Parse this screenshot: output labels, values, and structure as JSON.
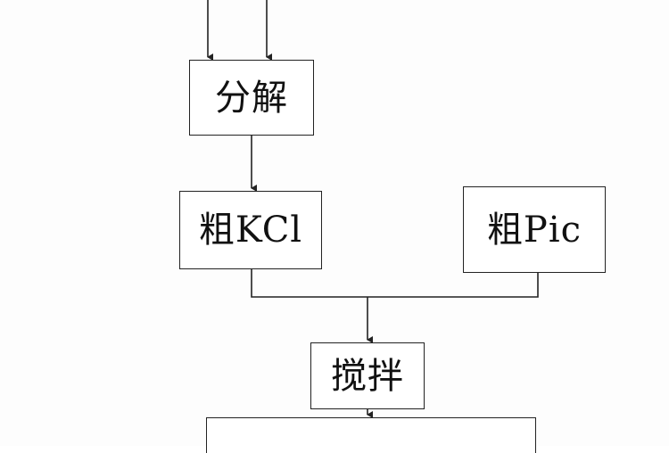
{
  "diagram": {
    "nodes": {
      "decompose": {
        "label": "分解"
      },
      "crude_kcl": {
        "label": "粗KCl"
      },
      "crude_pic": {
        "label": "粗Pic"
      },
      "stir": {
        "label": "搅拌"
      },
      "next_step": {
        "label": ""
      }
    },
    "edges": [
      {
        "from": "above",
        "to": "decompose"
      },
      {
        "from": "above",
        "to": "decompose"
      },
      {
        "from": "decompose",
        "to": "crude_kcl"
      },
      {
        "from": "crude_kcl",
        "to": "stir"
      },
      {
        "from": "crude_pic",
        "to": "stir"
      },
      {
        "from": "stir",
        "to": "next_step"
      }
    ],
    "colors": {
      "line": "#222222",
      "box_border": "#222222",
      "background": "#fdfdfd"
    }
  }
}
